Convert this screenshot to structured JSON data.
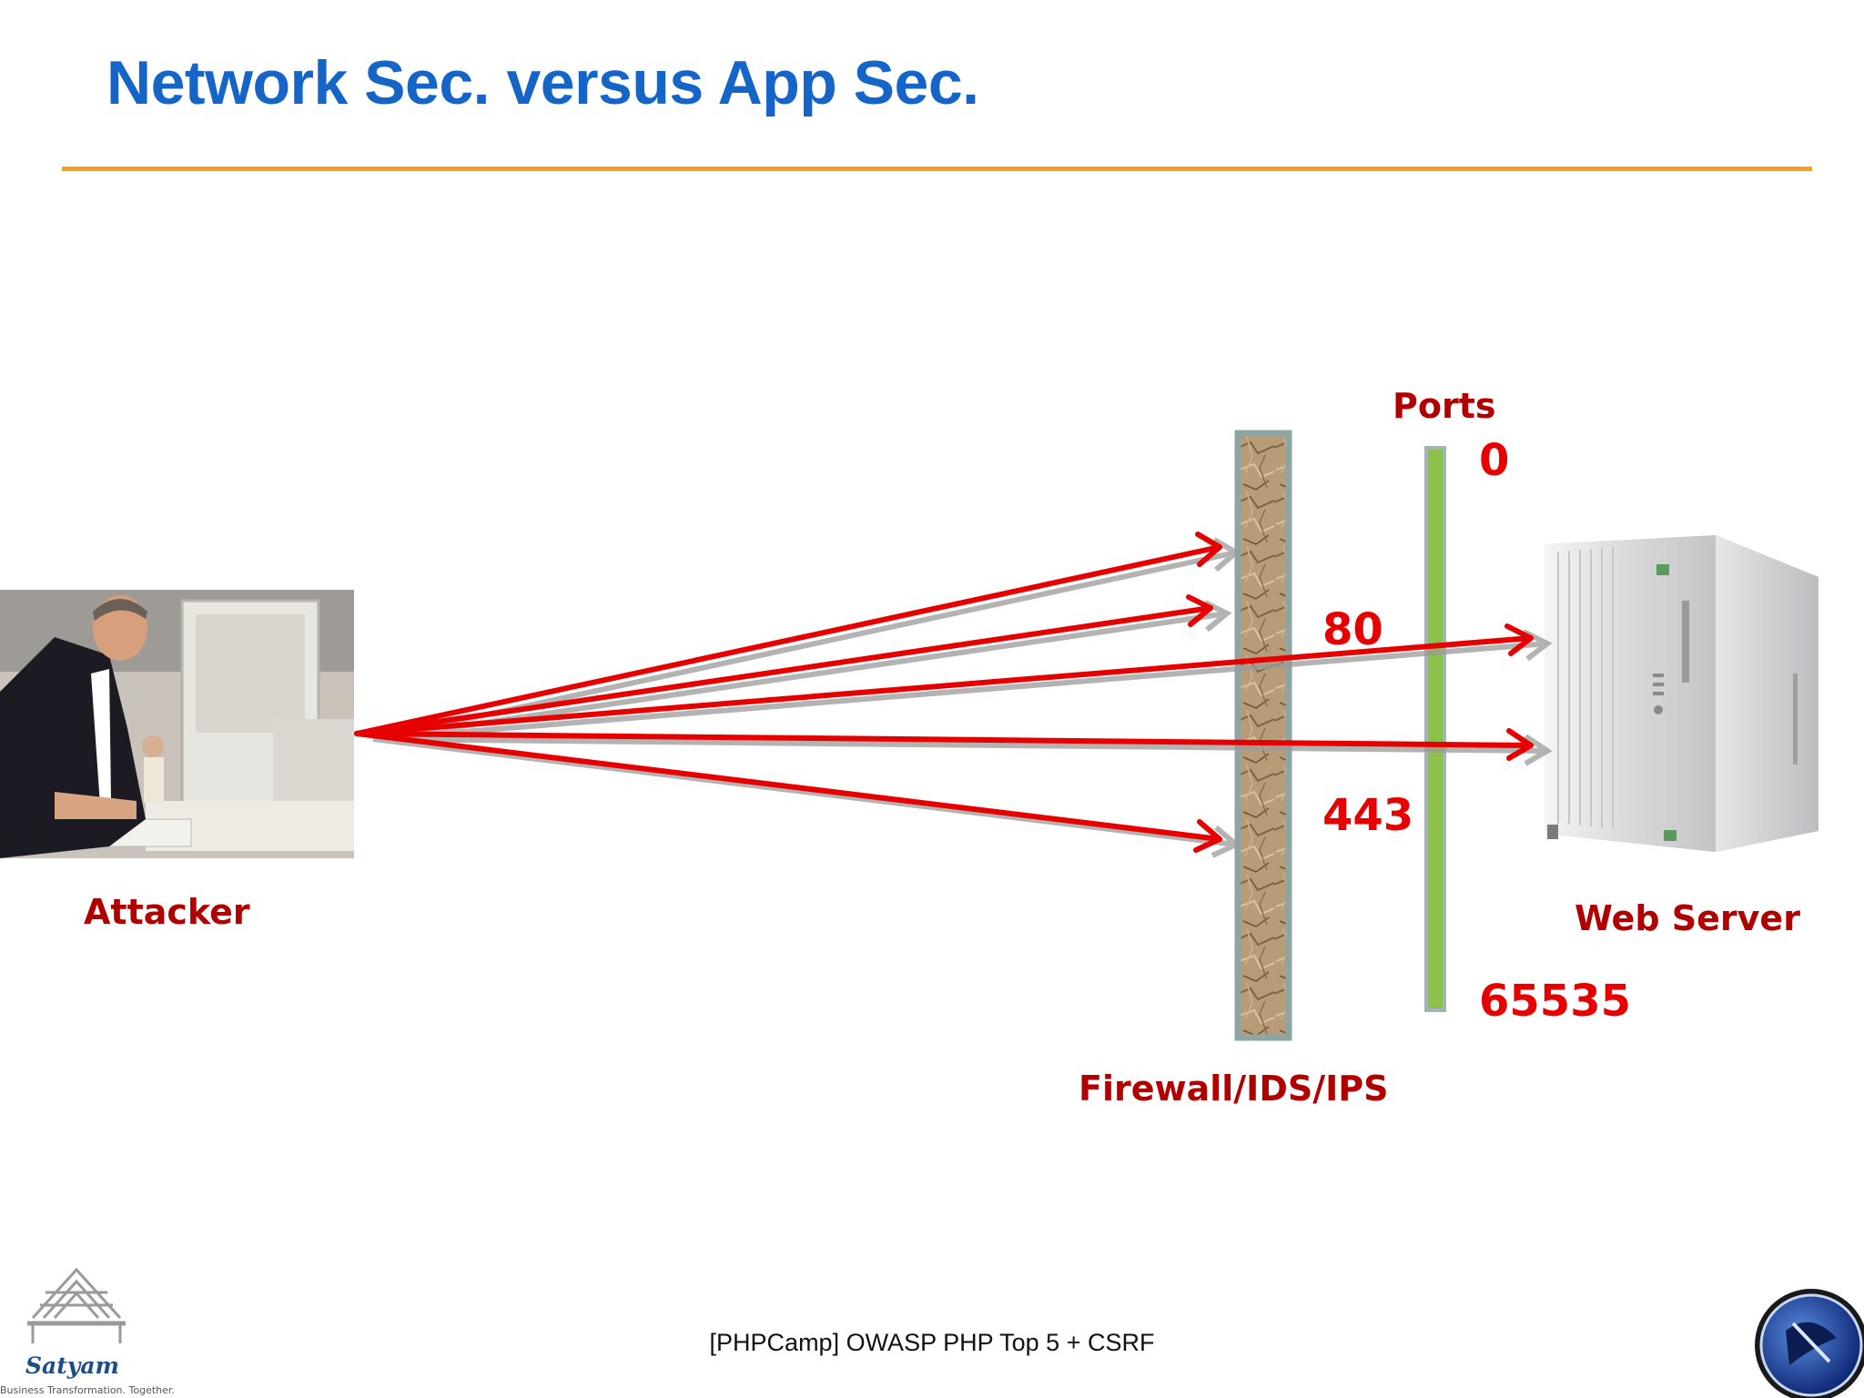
{
  "title": "Network Sec. versus App Sec.",
  "labels": {
    "attacker": "Attacker",
    "firewall": "Firewall/IDS/IPS",
    "ports": "Ports",
    "web_server": "Web Server"
  },
  "ports": {
    "min": "0",
    "http": "80",
    "https": "443",
    "max": "65535"
  },
  "footer": {
    "text": "[PHPCamp] OWASP PHP Top 5 + CSRF",
    "logo_name": "Satyam",
    "logo_tagline": "Business Transformation. Together."
  },
  "colors": {
    "title": "#1565c8",
    "rule": "#f5a21b",
    "arrow": "#e60000",
    "label": "#b00000",
    "port_bar": "#8bc34a"
  },
  "icons": {
    "attacker_image": "person-at-computer-image",
    "server_image": "server-tower-icon",
    "logo": "satyam-logo-icon",
    "badge": "owasp-logo-icon"
  }
}
